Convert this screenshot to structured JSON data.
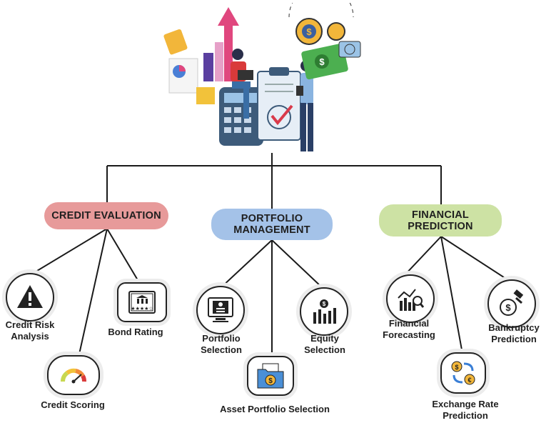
{
  "categories": [
    {
      "label": "CREDIT EVALUATION",
      "color": "#e79a9a"
    },
    {
      "label": "PORTFOLIO\nMANAGEMENT",
      "color": "#a4c2e8"
    },
    {
      "label": "FINANCIAL\nPREDICTION",
      "color": "#cde2a4"
    }
  ],
  "leaves": {
    "credit_risk": "Credit Risk\nAnalysis",
    "credit_scoring": "Credit Scoring",
    "bond_rating": "Bond Rating",
    "portfolio_selection": "Portfolio\nSelection",
    "asset_portfolio": "Asset Portfolio Selection",
    "equity_selection": "Equity\nSelection",
    "financial_forecasting": "Financial\nForecasting",
    "exchange_rate": "Exchange Rate\nPrediction",
    "bankruptcy": "Bankruptcy\nPrediction"
  },
  "icons": {
    "credit_risk": "warning-icon",
    "credit_scoring": "gauge-icon",
    "bond_rating": "bond-certificate-icon",
    "portfolio_selection": "portfolio-screen-icon",
    "asset_portfolio": "dollar-folder-icon",
    "equity_selection": "equity-chart-icon",
    "financial_forecasting": "forecast-chart-icon",
    "exchange_rate": "currency-exchange-icon",
    "bankruptcy": "gavel-coin-icon"
  }
}
